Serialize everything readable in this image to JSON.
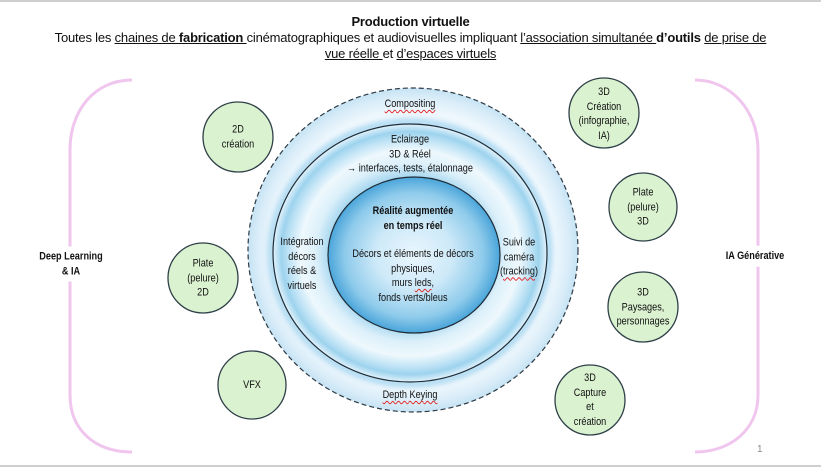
{
  "header": {
    "title": "Production virtuelle",
    "line1": {
      "s1": "Toutes les ",
      "s2": "chaines de ",
      "s3": "fabrication ",
      "s4": "cinématographiques et audiovisuelles impliquant ",
      "s5": "l’association simultanée ",
      "s6": "d’outils",
      "s7": " ",
      "s8": "de prise de"
    },
    "line2": {
      "s1": "vue réelle ",
      "s2": "et ",
      "s3": "d’espaces virtuels"
    }
  },
  "diagram": {
    "outer_ring": {
      "top_label": "Compositing",
      "bottom_label": "Depth Keying"
    },
    "middle_ring": {
      "top_lines": [
        "Eclairage",
        "3D & Réel",
        "→ interfaces, tests, étalonnage"
      ],
      "left_lines": [
        "Intégration",
        "décors",
        "réels &",
        "virtuels"
      ],
      "right_lines": {
        "l1": "Suivi de",
        "l2": "caméra",
        "l3_pre": "(",
        "l3_word": "tracking",
        "l3_post": ")"
      }
    },
    "core": {
      "title_lines": [
        "Réalité augmentée",
        "en temps réel"
      ],
      "body_lines": [
        "Décors et éléments de décors",
        "physiques,"
      ],
      "body_line3": {
        "pre": "murs ",
        "word": "leds",
        "post": ","
      },
      "body_line4": "fonds verts/bleus"
    },
    "left_bracket_label": [
      "Deep Learning",
      "& IA"
    ],
    "right_bracket_label": "IA Générative",
    "left_nodes": [
      {
        "lines": [
          "2D",
          "création"
        ]
      },
      {
        "lines": [
          "Plate",
          "(pelure)",
          "2D"
        ]
      },
      {
        "lines": [
          "VFX"
        ]
      }
    ],
    "right_nodes": [
      {
        "lines": [
          "3D",
          "Création",
          "(infographie,",
          "IA)"
        ]
      },
      {
        "lines": [
          "Plate",
          "(pelure)",
          "3D"
        ]
      },
      {
        "lines": [
          "3D",
          "Paysages,",
          "personnages"
        ]
      },
      {
        "lines": [
          "3D",
          "Capture",
          "et",
          "création"
        ]
      }
    ]
  },
  "page_number": "1",
  "colors": {
    "node_fill": "#daf2d0",
    "node_stroke": "#2f4049",
    "bracket": "#f0c6ee",
    "ring_stroke": "#1f2d38",
    "spellcheck": "#e02424"
  }
}
